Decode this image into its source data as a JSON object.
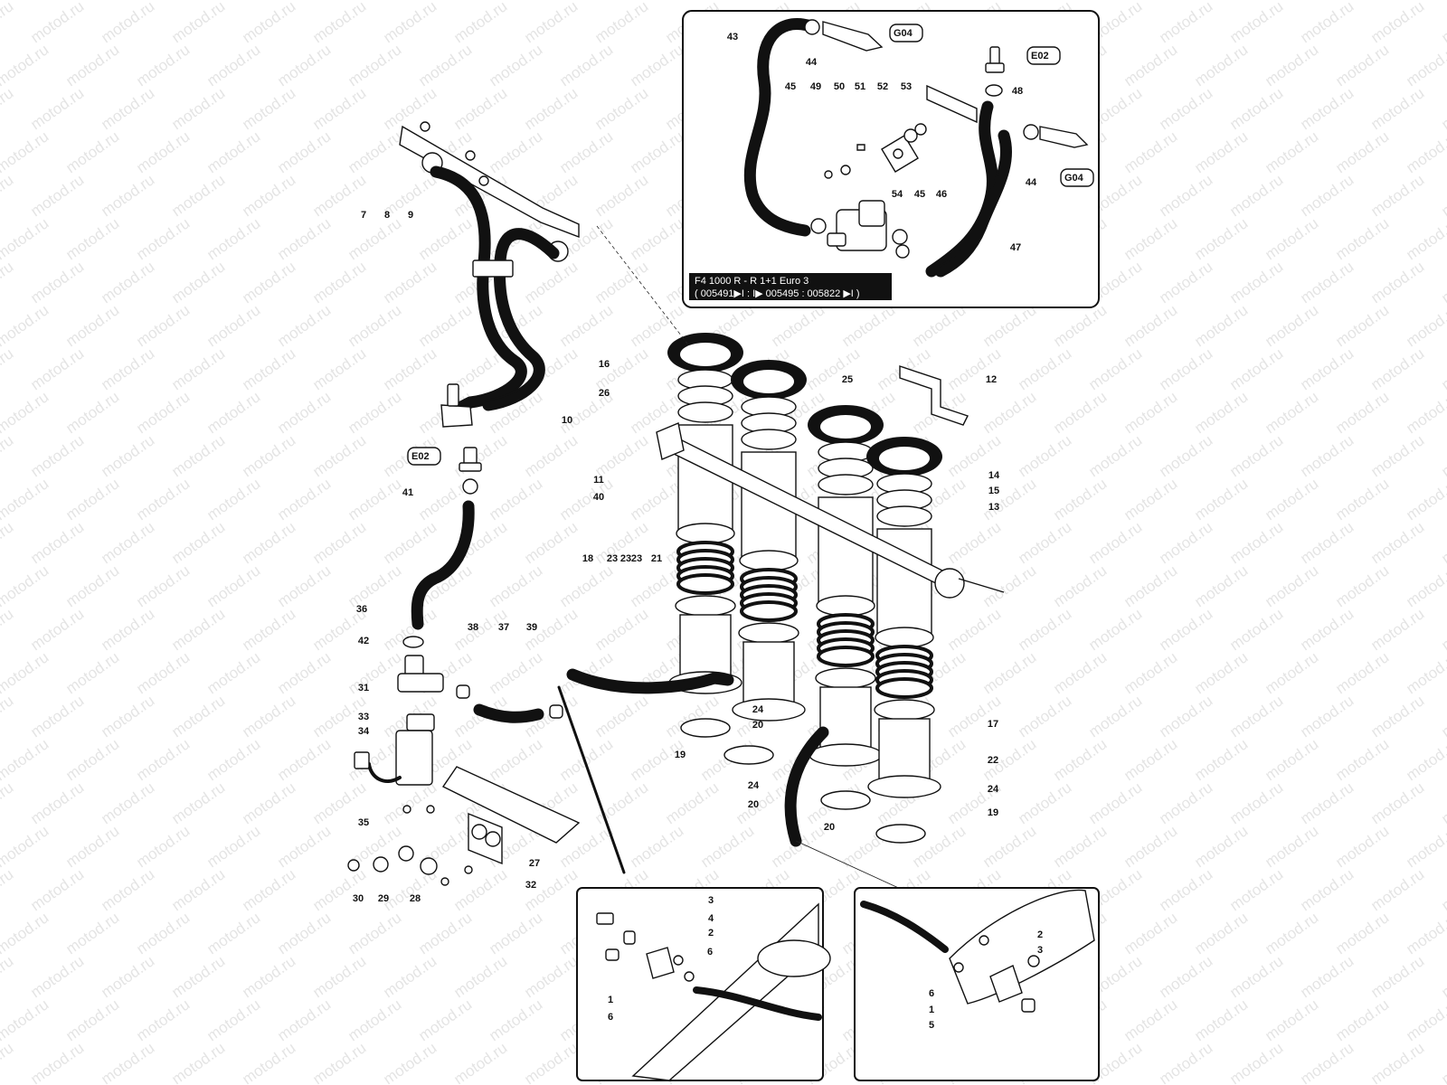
{
  "watermark": "motod.ru",
  "inset_top": {
    "model_line1": "F4 1000 R - R 1+1 Euro 3",
    "model_line2": "( 005491▶I : I▶ 005495 : 005822 ▶I )"
  },
  "tags": [
    {
      "id": "tag-g04-a",
      "text": "G04"
    },
    {
      "id": "tag-e02-a",
      "text": "E02"
    },
    {
      "id": "tag-g04-b",
      "text": "G04"
    },
    {
      "id": "tag-e02-b",
      "text": "E02"
    }
  ],
  "callouts": [
    "43",
    "44",
    "45",
    "49",
    "50",
    "51",
    "52",
    "53",
    "48",
    "44",
    "54",
    "45",
    "46",
    "47",
    "7",
    "8",
    "9",
    "16",
    "26",
    "10",
    "11",
    "40",
    "25",
    "12",
    "14",
    "15",
    "13",
    "41",
    "23",
    "23",
    "21",
    "18",
    "23",
    "36",
    "38",
    "37",
    "39",
    "42",
    "31",
    "33",
    "34",
    "24",
    "20",
    "19",
    "24",
    "20",
    "17",
    "22",
    "24",
    "19",
    "20",
    "35",
    "27",
    "32",
    "30",
    "29",
    "28",
    "3",
    "4",
    "2",
    "6",
    "1",
    "6",
    "2",
    "3",
    "6",
    "1",
    "5"
  ]
}
